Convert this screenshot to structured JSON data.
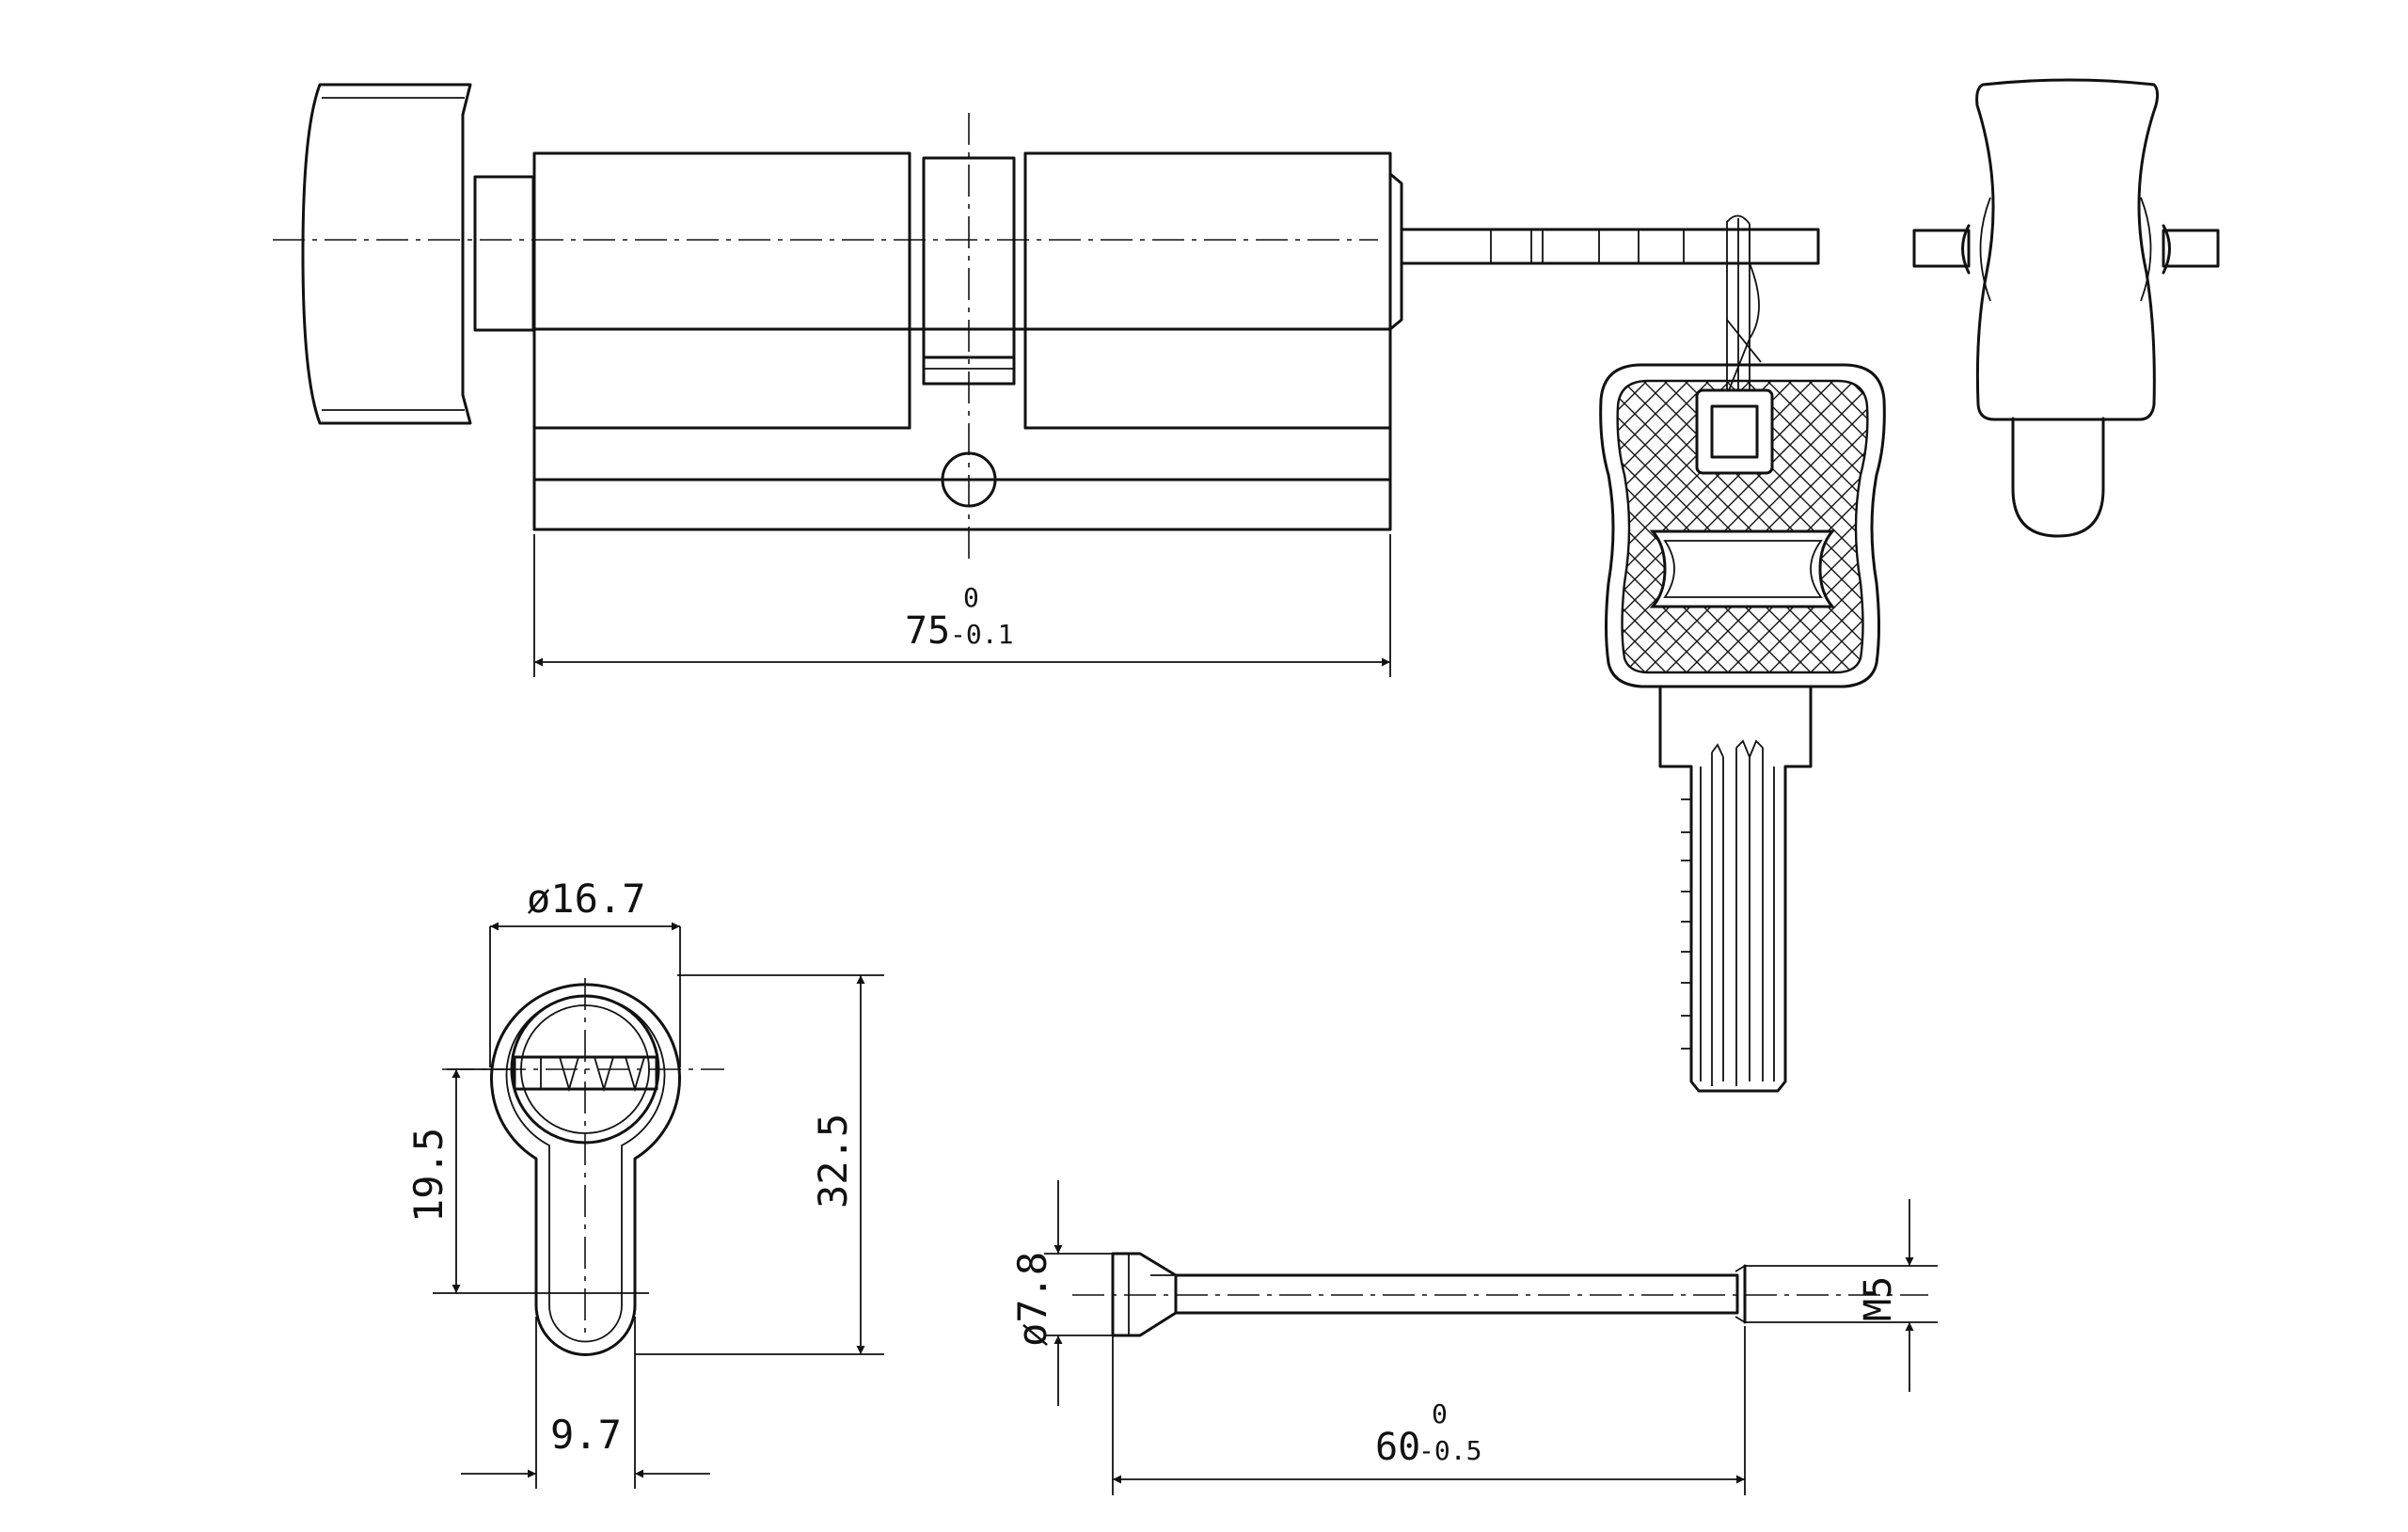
{
  "dimensions": {
    "overall_length": {
      "base": "75",
      "upper_tol": "0",
      "lower_tol": "-0.1"
    },
    "cam_diameter": "ø16.7",
    "center_height": "19.5",
    "profile_height": "32.5",
    "bottom_width": "9.7",
    "screw_head_diameter": "ø7.8",
    "screw_length": {
      "base": "60",
      "upper_tol": "0",
      "lower_tol": "-0.5"
    },
    "screw_thread": "M5"
  }
}
